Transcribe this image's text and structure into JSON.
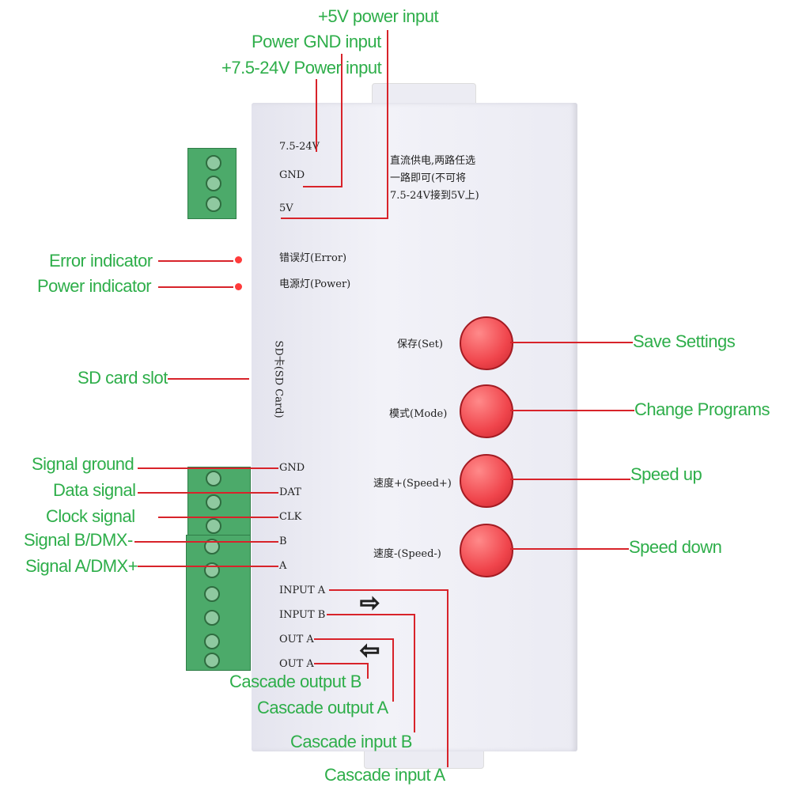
{
  "colors": {
    "label": "#2eae4a",
    "line": "#d8232a",
    "button": "#f0454c",
    "terminal": "#4caa6a"
  },
  "callouts": {
    "v5": "+5V power input",
    "gnd": "Power GND input",
    "v24": "+7.5-24V Power input",
    "error": "Error indicator",
    "power": "Power indicator",
    "sd": "SD card slot",
    "save": "Save Settings",
    "mode": "Change Programs",
    "speedup": "Speed up",
    "speeddown": "Speed down",
    "sgnd": "Signal ground",
    "dat": "Data signal",
    "clk": "Clock signal",
    "b": "Signal B/DMX-",
    "a": "Signal A/DMX+",
    "outb": "Cascade output B",
    "outa": "Cascade output A",
    "inb": "Cascade input B",
    "ina": "Cascade input A"
  },
  "device": {
    "v24": "7.5-24V",
    "gnd": "GND",
    "v5": "5V",
    "note1": "直流供电,两路任选",
    "note2": "一路即可(不可将",
    "note3": "7.5-24V接到5V上)",
    "error": "错误灯(Error)",
    "power": "电源灯(Power)",
    "sd": "SD卡(SD Card)",
    "set": "保存(Set)",
    "mode": "模式(Mode)",
    "speedup": "速度+(Speed+)",
    "speeddown": "速度-(Speed-)",
    "sgnd": "GND",
    "dat": "DAT",
    "clk": "CLK",
    "b": "B",
    "a": "A",
    "ina": "INPUT A",
    "inb": "INPUT B",
    "outa1": "OUT A",
    "outa2": "OUT A"
  }
}
